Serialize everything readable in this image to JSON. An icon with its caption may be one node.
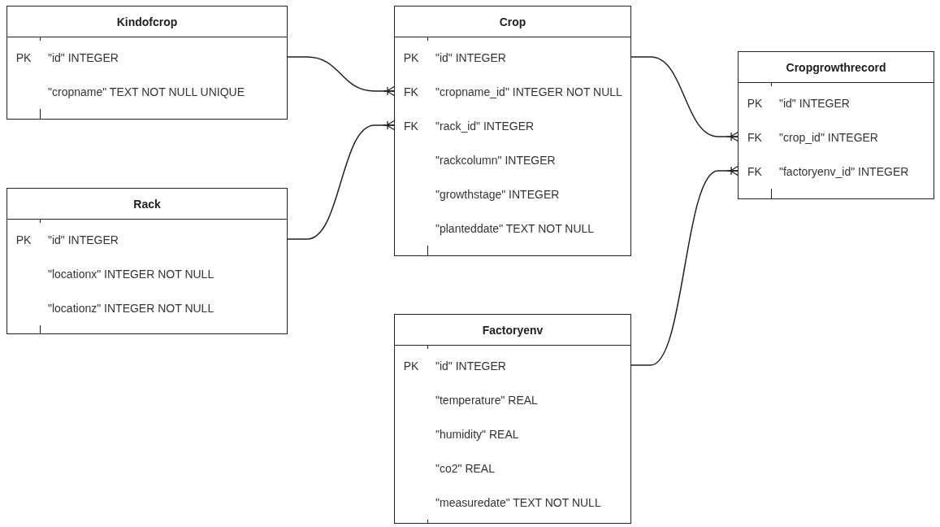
{
  "diagram": {
    "nodes": [
      {
        "text": [
          "Kindofcrop"
        ]
      },
      {
        "text": [
          "PK",
          "\"id\" INTEGER"
        ],
        "in": 0
      },
      {
        "text": [
          "\"cropname\" TEXT NOT NULL UNIQUE"
        ],
        "in": 0
      },
      {
        "text": [
          "Crop"
        ]
      },
      {
        "text": [
          "PK",
          "\"id\" INTEGER"
        ],
        "in": 3
      },
      {
        "text": [
          "FK",
          "\"cropname_id\" INTEGER NOT NULL"
        ],
        "in": 3
      },
      {
        "text": [
          "FK",
          "\"rack_id\" INTEGER"
        ],
        "in": 3
      },
      {
        "text": [
          "\"rackcolumn\" INTEGER"
        ],
        "in": 3
      },
      {
        "text": [
          "\"growthstage\" INTEGER"
        ],
        "in": 3
      },
      {
        "text": [
          "\"planteddate\" TEXT NOT NULL"
        ],
        "in": 3
      },
      {
        "text": [
          "Cropgrowthrecord"
        ]
      },
      {
        "text": [
          "PK",
          "\"id\" INTEGER"
        ],
        "in": 10
      },
      {
        "text": [
          "FK",
          "\"crop_id\" INTEGER"
        ],
        "in": 10
      },
      {
        "text": [
          "FK",
          "\"factoryenv_id\" INTEGER"
        ],
        "in": 10
      },
      {
        "text": [
          "Rack"
        ]
      },
      {
        "text": [
          "PK",
          "\"id\" INTEGER"
        ],
        "in": 14
      },
      {
        "text": [
          "\"locationx\" INTEGER NOT NULL"
        ],
        "in": 14
      },
      {
        "text": [
          "\"locationz\" INTEGER NOT NULL"
        ],
        "in": 14
      },
      {
        "text": [
          "Factoryenv"
        ]
      },
      {
        "text": [
          "PK",
          "\"id\" INTEGER"
        ],
        "in": 18
      },
      {
        "text": [
          "\"temperature\" REAL"
        ],
        "in": 18
      },
      {
        "text": [
          "\"humidity\" REAL"
        ],
        "in": 18
      },
      {
        "text": [
          "\"co2\" REAL"
        ],
        "in": 18
      },
      {
        "text": [
          "\"measuredate\" TEXT NOT NULL"
        ],
        "in": 18
      }
    ],
    "edges": [
      {
        "from": 1,
        "to": 5,
        "arrow": "other"
      },
      {
        "from": 15,
        "to": 6,
        "arrow": "other"
      },
      {
        "from": 4,
        "to": 12,
        "arrow": "other"
      },
      {
        "from": 19,
        "to": 13,
        "arrow": "other"
      }
    ]
  }
}
